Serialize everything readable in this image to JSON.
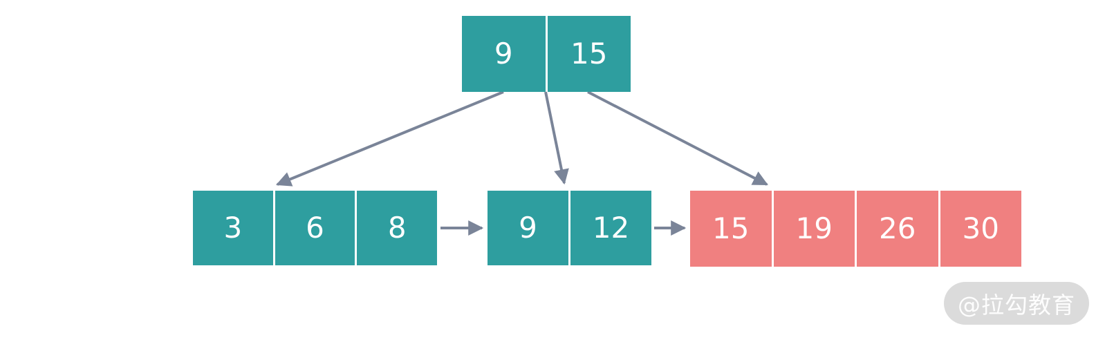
{
  "diagram": {
    "kind": "b-plus-tree",
    "root": {
      "keys": [
        "9",
        "15"
      ]
    },
    "leaves": [
      {
        "keys": [
          "3",
          "6",
          "8"
        ]
      },
      {
        "keys": [
          "9",
          "12"
        ]
      },
      {
        "keys": [
          "15",
          "19",
          "26",
          "30"
        ]
      }
    ]
  },
  "colors": {
    "teal": "#2E9E9F",
    "pink": "#F08080",
    "arrow": "#7A8498",
    "cell_text": "#FFFFFF",
    "watermark_bg": "#DBDBDB",
    "watermark_text_color": "#FDFDFD"
  },
  "watermark": {
    "text": "@拉勾教育"
  }
}
